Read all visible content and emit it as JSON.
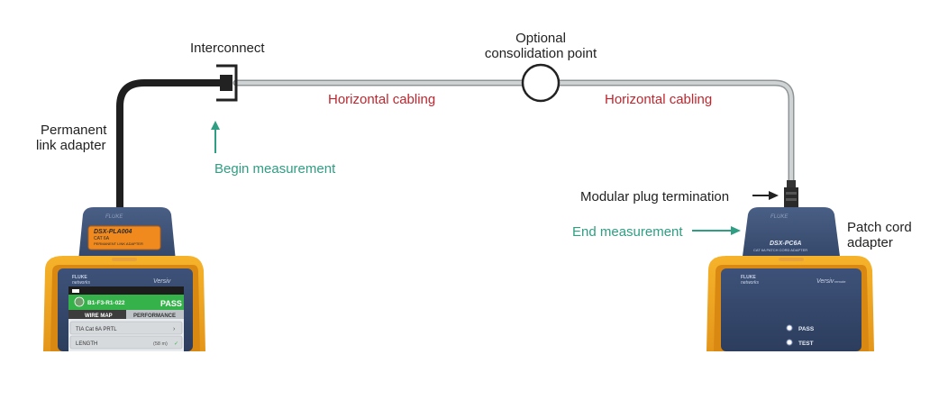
{
  "labels": {
    "interconnect": "Interconnect",
    "optional_consolidation": [
      "Optional",
      "consolidation point"
    ],
    "horizontal_cabling_left": "Horizontal cabling",
    "horizontal_cabling_right": "Horizontal cabling",
    "permanent_link_adapter": [
      "Permanent",
      "link adapter"
    ],
    "begin_measurement": "Begin measurement",
    "modular_plug_termination": "Modular plug termination",
    "end_measurement": "End measurement",
    "patch_cord_adapter": [
      "Patch cord",
      "adapter"
    ]
  },
  "left_device": {
    "brand": "FLUKE",
    "brand_sub": "networks",
    "adapter_model": "DSX-PLA004",
    "adapter_sub": "CAT 6A",
    "adapter_desc": "PERMANENT LINK ADAPTER",
    "model": "Versiv",
    "screen": {
      "result_id": "B1-F3-R1-022",
      "result": "PASS",
      "tabs": [
        "WIRE MAP",
        "PERFORMANCE"
      ],
      "rows": [
        {
          "label": "TIA Cat 6A PRTL",
          "value": ""
        },
        {
          "label": "LENGTH",
          "value": "(58 m)"
        }
      ]
    }
  },
  "right_device": {
    "brand": "FLUKE",
    "brand_sub": "networks",
    "adapter_model": "DSX-PC6A",
    "adapter_desc": "CAT 6A PATCH CORD ADAPTER",
    "model": "Versiv",
    "model_sub": "remote",
    "indicators": [
      "PASS",
      "TEST"
    ]
  },
  "colors": {
    "cable_gray": "#c4c8c9",
    "cable_black": "#2a2a2a",
    "accent_red": "#c2252d",
    "accent_green": "#2f9e82",
    "device_orange": "#f2a51d",
    "device_navy": "#3b4f73",
    "screen_green": "#35b34a"
  }
}
